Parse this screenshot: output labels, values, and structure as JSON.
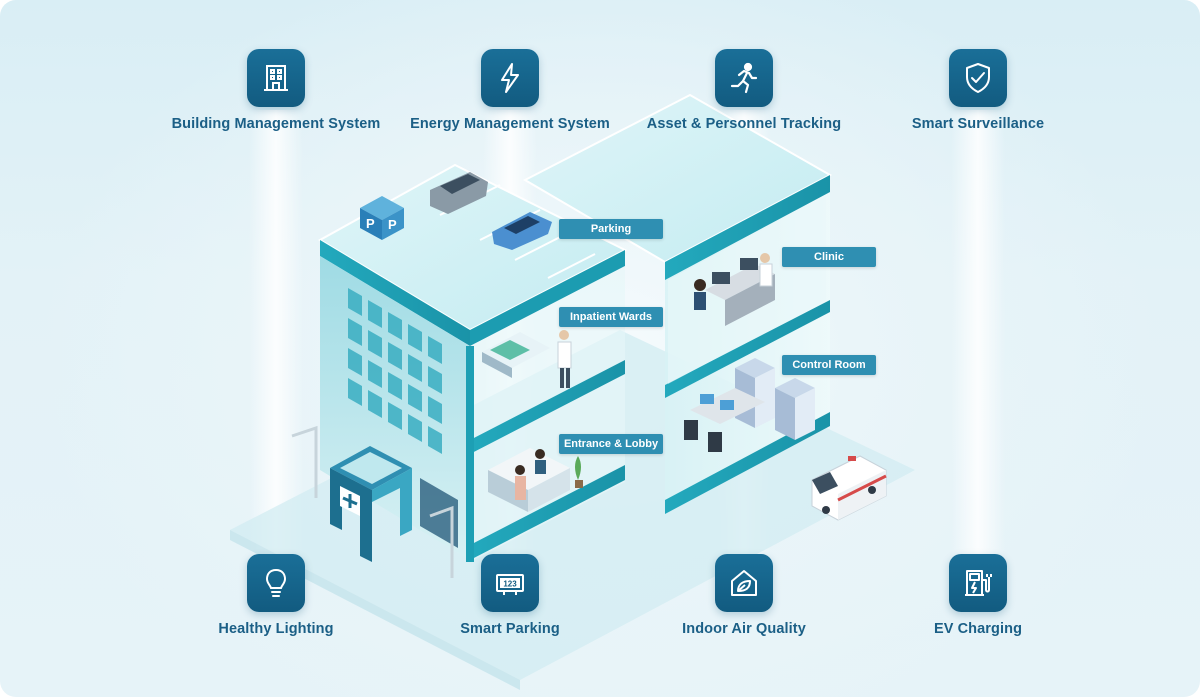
{
  "features": [
    {
      "id": "building",
      "label": "Building Management System",
      "icon": "building-icon"
    },
    {
      "id": "energy",
      "label": "Energy Management System",
      "icon": "lightning-bolt-icon"
    },
    {
      "id": "tracking",
      "label": "Asset & Personnel Tracking",
      "icon": "running-person-icon"
    },
    {
      "id": "surveillance",
      "label": "Smart Surveillance",
      "icon": "shield-check-icon"
    },
    {
      "id": "lighting",
      "label": "Healthy Lighting",
      "icon": "lightbulb-icon"
    },
    {
      "id": "parking",
      "label": "Smart Parking",
      "icon": "parking-display-icon"
    },
    {
      "id": "air",
      "label": "Indoor Air Quality",
      "icon": "house-leaf-icon"
    },
    {
      "id": "ev",
      "label": "EV Charging",
      "icon": "ev-charger-icon"
    }
  ],
  "parking_display_text": "123",
  "parking_sign_text": "P",
  "zones": {
    "parking": "Parking",
    "clinic": "Clinic",
    "inpatient": "Inpatient Wards",
    "control": "Control Room",
    "entrance": "Entrance & Lobby"
  },
  "colors": {
    "icon_tile": "#125b80",
    "label_text": "#1b5f86",
    "tag_bg": "#2f8fb2",
    "building_glass": "#bfe8ee",
    "building_teal": "#1fa3b8"
  }
}
